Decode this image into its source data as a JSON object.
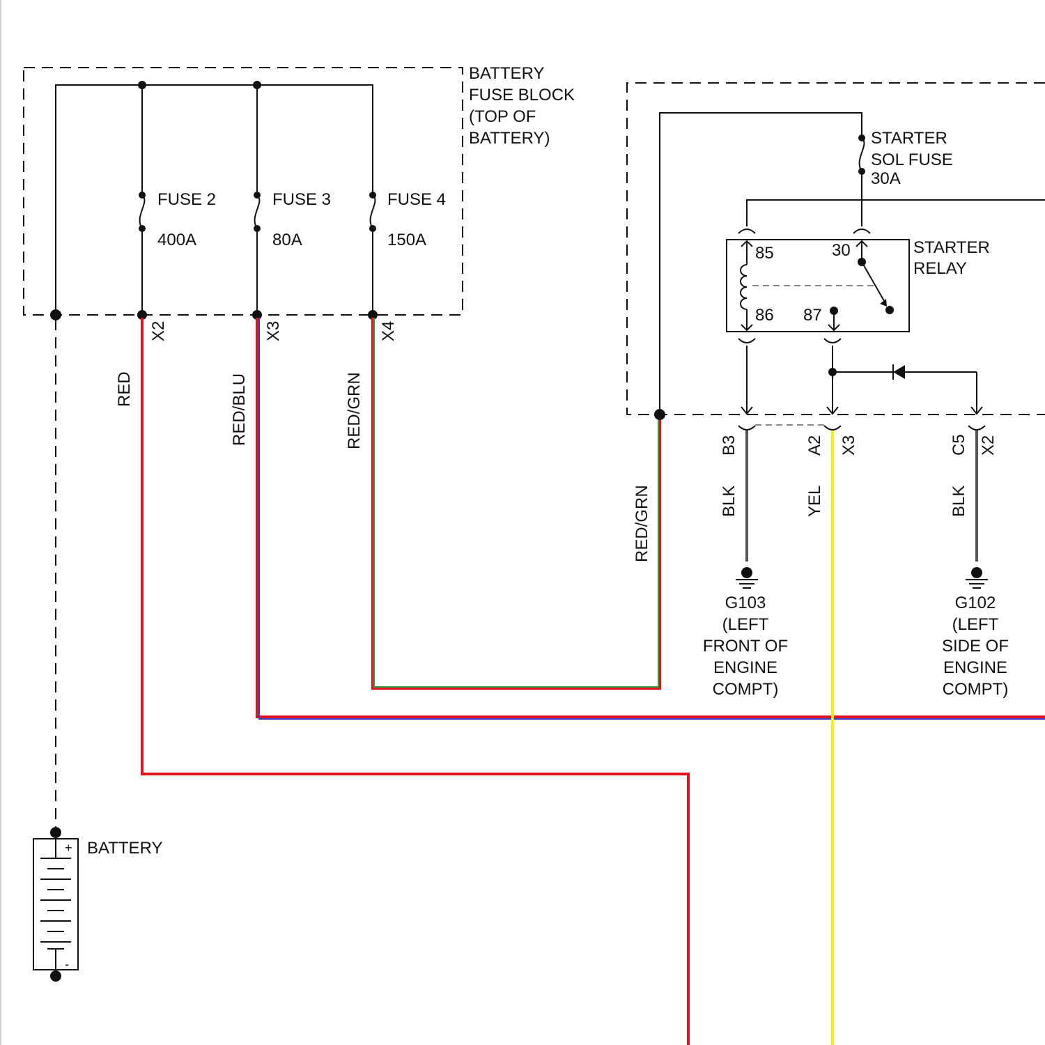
{
  "fuse_block": {
    "title_lines": [
      "BATTERY",
      "FUSE BLOCK",
      "(TOP OF",
      "BATTERY)"
    ],
    "fuses": [
      {
        "name": "FUSE 2",
        "rating": "400A",
        "pin": "X2",
        "wire": "RED"
      },
      {
        "name": "FUSE 3",
        "rating": "80A",
        "pin": "X3",
        "wire": "RED/BLU"
      },
      {
        "name": "FUSE 4",
        "rating": "150A",
        "pin": "X4",
        "wire": "RED/GRN"
      }
    ]
  },
  "relay_box": {
    "fuse_lines": [
      "STARTER",
      "SOL FUSE",
      "30A"
    ],
    "relay_lines": [
      "STARTER",
      "RELAY"
    ],
    "terminals": {
      "t85": "85",
      "t30": "30",
      "t86": "86",
      "t87": "87"
    },
    "feed_wire": "RED/GRN",
    "connectors": [
      {
        "pin": "B3",
        "wire": "BLK"
      },
      {
        "pin": "A2",
        "pin2": "X3",
        "wire": "YEL"
      },
      {
        "pin": "C5",
        "pin2": "X2",
        "wire": "BLK"
      }
    ]
  },
  "grounds": [
    {
      "lines": [
        "G103",
        "(LEFT",
        "FRONT OF",
        "ENGINE",
        "COMPT)"
      ]
    },
    {
      "lines": [
        "G102",
        "(LEFT",
        "SIDE OF",
        "ENGINE",
        "COMPT)"
      ]
    }
  ],
  "battery": {
    "label": "BATTERY",
    "plus": "+",
    "minus": "-"
  },
  "colors": {
    "red": "#e0141e",
    "blue": "#3a3ad0",
    "green": "#3a9a3a",
    "yellow": "#f2f20a",
    "black": "#111111",
    "gray": "#555555"
  }
}
